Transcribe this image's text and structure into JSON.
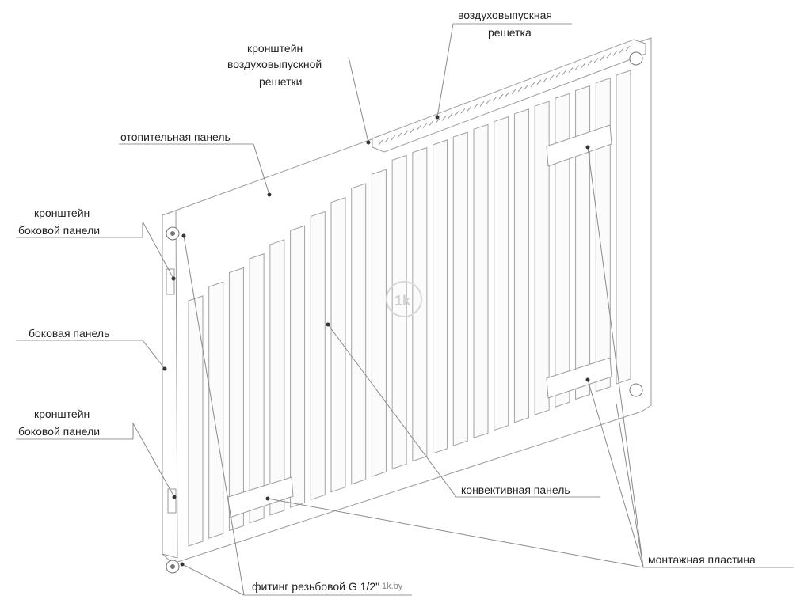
{
  "labels": {
    "grille": [
      "воздуховыпускная",
      "решетка"
    ],
    "grille_bracket": [
      "кронштейн",
      "воздуховыпускной",
      "решетки"
    ],
    "heating_panel": "отопительная панель",
    "side_bracket_top": [
      "кронштейн",
      "боковой панели"
    ],
    "side_panel": "боковая панель",
    "side_bracket_bottom": [
      "кронштейн",
      "боковой панели"
    ],
    "convection_panel": "конвективная панель",
    "mounting_plate": "монтажная пластина",
    "fitting": "фитинг резьбовой G 1/2\""
  },
  "watermark": {
    "logo": "1k",
    "site": "1k.by"
  },
  "colors": {
    "text": "#222222",
    "lines": "#8a8a8a",
    "body": "#ffffff"
  }
}
